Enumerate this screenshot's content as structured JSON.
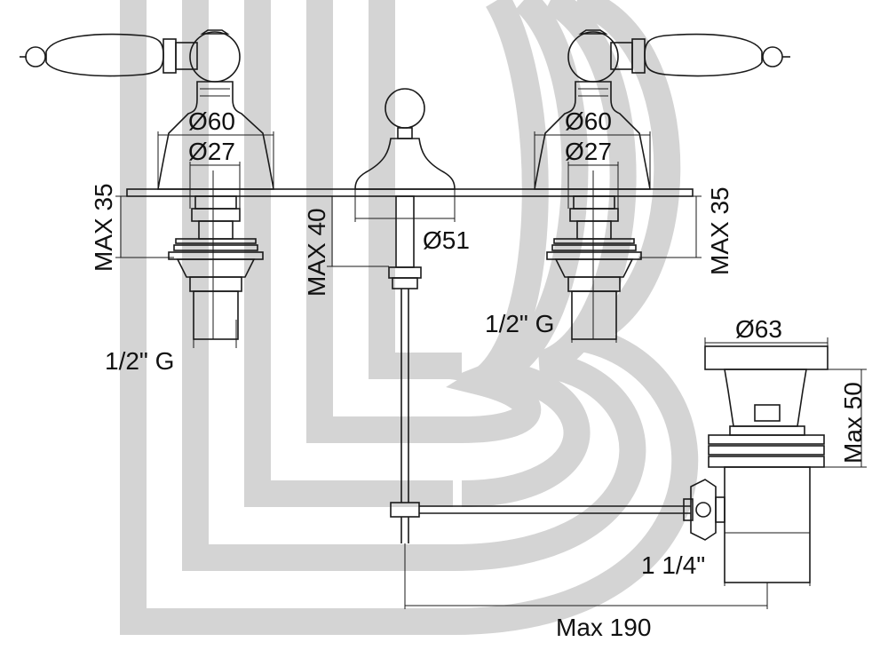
{
  "labels": {
    "d60_left": "Ø60",
    "d27_left": "Ø27",
    "d60_right": "Ø60",
    "d27_right": "Ø27",
    "max35_left": "MAX 35",
    "max35_right": "MAX 35",
    "max40": "MAX 40",
    "d51": "Ø51",
    "g_left": "1/2\" G",
    "g_right": "1/2\" G",
    "d63": "Ø63",
    "max50": "Max 50",
    "waste": "1 1/4\"",
    "max190": "Max 190"
  },
  "colors": {
    "line": "#1a1a1a",
    "watermark": "#d4d4d4",
    "background": "#ffffff"
  }
}
